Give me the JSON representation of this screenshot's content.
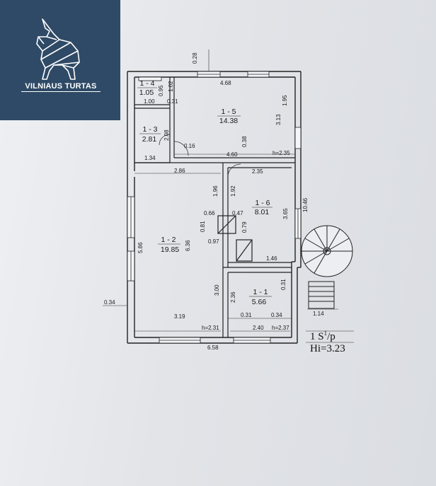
{
  "logo": {
    "text": "VILNIAUS TURTAS"
  },
  "rooms": [
    {
      "id": "1 - 4",
      "area": "1.05"
    },
    {
      "id": "1 - 5",
      "area": "14.38"
    },
    {
      "id": "1 - 3",
      "area": "2.81"
    },
    {
      "id": "1 - 2",
      "area": "19.85"
    },
    {
      "id": "1 - 6",
      "area": "8.01"
    },
    {
      "id": "1 - 1",
      "area": "5.66"
    }
  ],
  "dimensions": {
    "d0_28": "0.28",
    "d4_68": "4.68",
    "d1_02": "1.02",
    "d0_95": "0.95",
    "d1_00": "1.00",
    "d0_31a": "0.31",
    "d1_95": "1.95",
    "d3_13": "3.13",
    "d2_08": "2.08",
    "d0_16": "0.16",
    "d0_38": "0.38",
    "d1_34": "1.34",
    "d4_60": "4.60",
    "h2_35": "h=2.35",
    "d2_35": "2.35",
    "d2_86": "2.86",
    "d1_96a": "1.96",
    "d1_92": "1.92",
    "d10_46": "10.46",
    "d3_65": "3.65",
    "d0_66": "0.66",
    "d0_47": "0.47",
    "d0_81": "0.81",
    "d0_79": "0.79",
    "d0_97": "0.97",
    "d5_86": "5.86",
    "d6_36": "6.36",
    "d1_46": "1.46",
    "d0_31b": "0.31",
    "d3_00": "3.00",
    "d2_36": "2.36",
    "d0_34a": "0.34",
    "d0_31c": "0.31",
    "d0_34b": "0.34",
    "d1_14": "1.14",
    "d3_19": "3.19",
    "h2_31": "h=2.31",
    "d2_40": "2.40",
    "h2_37": "h=2.37",
    "d6_58": "6.58"
  },
  "floor": {
    "label": "1 S",
    "sup": "1",
    "suffix": "/p",
    "height": "Hi=3.23"
  }
}
